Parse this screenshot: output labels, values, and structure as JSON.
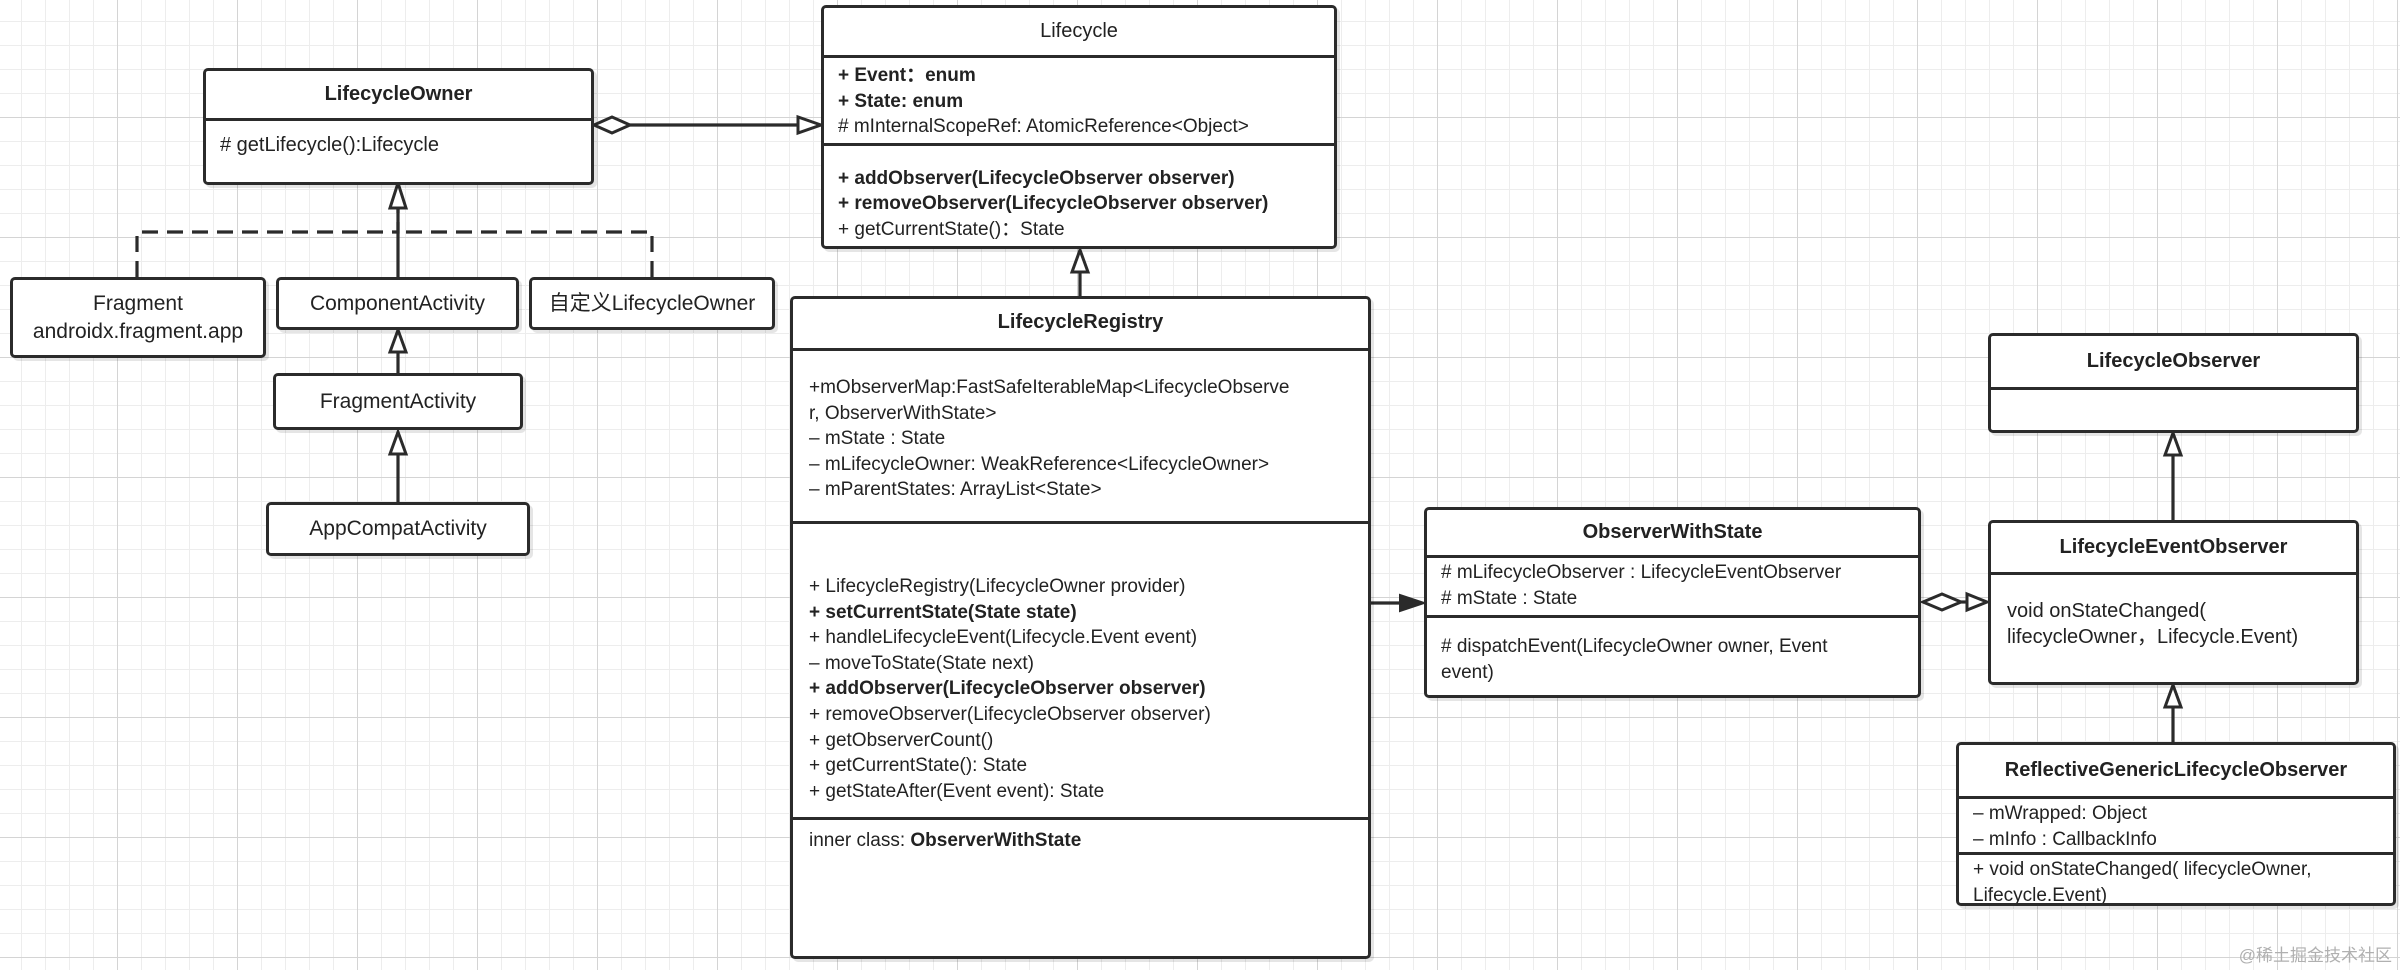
{
  "classes": {
    "lifecycle_owner": {
      "name": "LifecycleOwner",
      "members": [
        "# getLifecycle():Lifecycle"
      ]
    },
    "lifecycle": {
      "name": "Lifecycle",
      "attributes": [
        {
          "text": "+ Event：enum",
          "bold": true
        },
        {
          "text": "+ State: enum",
          "bold": true
        },
        {
          "text": "# mInternalScopeRef: AtomicReference<Object>",
          "bold": false
        }
      ],
      "methods": [
        {
          "text": "+ addObserver(LifecycleObserver observer)",
          "bold": true
        },
        {
          "text": "+ removeObserver(LifecycleObserver observer)",
          "bold": true
        },
        {
          "text": "+ getCurrentState()：State",
          "bold": false
        }
      ]
    },
    "fragment": {
      "lines": [
        "Fragment",
        "androidx.fragment.app"
      ]
    },
    "component_activity": {
      "name": "ComponentActivity"
    },
    "custom_owner": {
      "name": "自定义LifecycleOwner"
    },
    "fragment_activity": {
      "name": "FragmentActivity"
    },
    "appcompat_activity": {
      "name": "AppCompatActivity"
    },
    "lifecycle_registry": {
      "name": "LifecycleRegistry",
      "attributes": [
        "+mObserverMap:FastSafeIterableMap<LifecycleObserve",
        "r, ObserverWithState>",
        "– mState : State",
        "– mLifecycleOwner: WeakReference<LifecycleOwner>",
        "– mParentStates: ArrayList<State>"
      ],
      "methods": [
        {
          "text": "+ LifecycleRegistry(LifecycleOwner provider)",
          "bold": false
        },
        {
          "text": "+ setCurrentState(State state)",
          "bold": true
        },
        {
          "text": "+ handleLifecycleEvent(Lifecycle.Event event)",
          "bold": false
        },
        {
          "text": "– moveToState(State next)",
          "bold": false
        },
        {
          "text": "+ addObserver(LifecycleObserver observer)",
          "bold": true
        },
        {
          "text": "+ removeObserver(LifecycleObserver observer)",
          "bold": false
        },
        {
          "text": "+ getObserverCount()",
          "bold": false
        },
        {
          "text": "+ getCurrentState(): State",
          "bold": false
        },
        {
          "text": "+ getStateAfter(Event event): State",
          "bold": false
        }
      ],
      "inner_prefix": "inner class: ",
      "inner_class": "ObserverWithState"
    },
    "observer_with_state": {
      "name": "ObserverWithState",
      "attributes": [
        "# mLifecycleObserver : LifecycleEventObserver",
        "# mState : State"
      ],
      "methods": [
        "# dispatchEvent(LifecycleOwner owner, Event",
        "event)"
      ]
    },
    "lifecycle_observer": {
      "name": "LifecycleObserver"
    },
    "lifecycle_event_observer": {
      "name": "LifecycleEventObserver",
      "methods": [
        "void onStateChanged(",
        "lifecycleOwner，Lifecycle.Event)"
      ]
    },
    "reflective_observer": {
      "name": "ReflectiveGenericLifecycleObserver",
      "attributes": [
        "– mWrapped: Object",
        "– mInfo : CallbackInfo"
      ],
      "methods": [
        "+ void onStateChanged( lifecycleOwner,",
        "Lifecycle.Event)"
      ]
    }
  },
  "watermark": "@稀土掘金技术社区",
  "colors": {
    "line": "#2b2b2b",
    "grid_major": "#d4d4d4",
    "grid_minor": "#ededed"
  }
}
